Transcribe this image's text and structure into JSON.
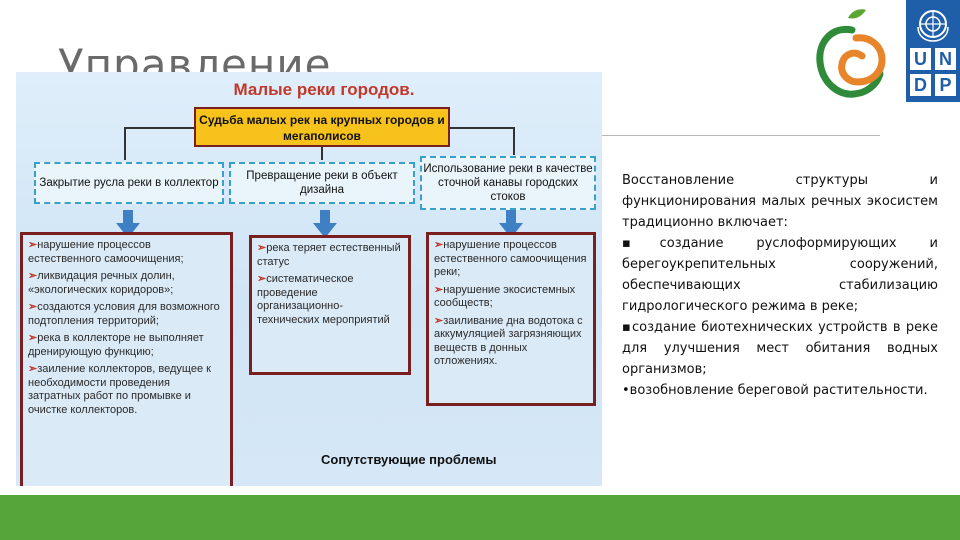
{
  "slide": {
    "title": "Управление"
  },
  "diagram": {
    "title": "Малые реки городов.",
    "top_box": "Судьба малых рек на крупных городов и мегаполисов",
    "boxes": [
      "Закрытие русла реки в коллектор",
      "Превращение реки в объект дизайна",
      "Использование реки в качестве сточной канавы городских стоков"
    ],
    "col1": [
      "нарушение процессов естественного самоочищения;",
      "ликвидация речных долин, «экологических коридоров»;",
      "создаются условия для возможного подтопления территорий;",
      "река в коллекторе не выполняет дренирующую функцию;",
      "заиление коллекторов, ведущее к необходимости проведения затратных работ по промывке и очистке коллекторов."
    ],
    "col2": [
      "река теряет естественный статус",
      "систематическое проведение организационно-технических мероприятий"
    ],
    "col3": [
      "нарушение процессов естественного самоочищения реки;",
      "нарушение экосистемных сообществ;",
      "заиливание дна водотока с аккумуляцией загрязняющих веществ в донных отложениях."
    ],
    "footer": "Сопутствующие проблемы"
  },
  "text": {
    "intro": "Восстановление структуры и функционирования малых речных экосистем традиционно включает:",
    "b1": "▪создание руслоформирующих и берегоукрепительных сооружений, обеспечивающих стабилизацию гидрологического режима в реке;",
    "b2": "▪создание биотехнических устройств в реке для улучшения мест обитания водных организмов;",
    "b3": "•возобновление береговой растительности."
  },
  "logos": {
    "undp": [
      "U",
      "N",
      "D",
      "P"
    ]
  },
  "colors": {
    "footer_bar": "#55a63a",
    "undp_blue": "#1f5ea8",
    "title_red": "#c0392b",
    "box_yellow": "#f6c21b"
  }
}
